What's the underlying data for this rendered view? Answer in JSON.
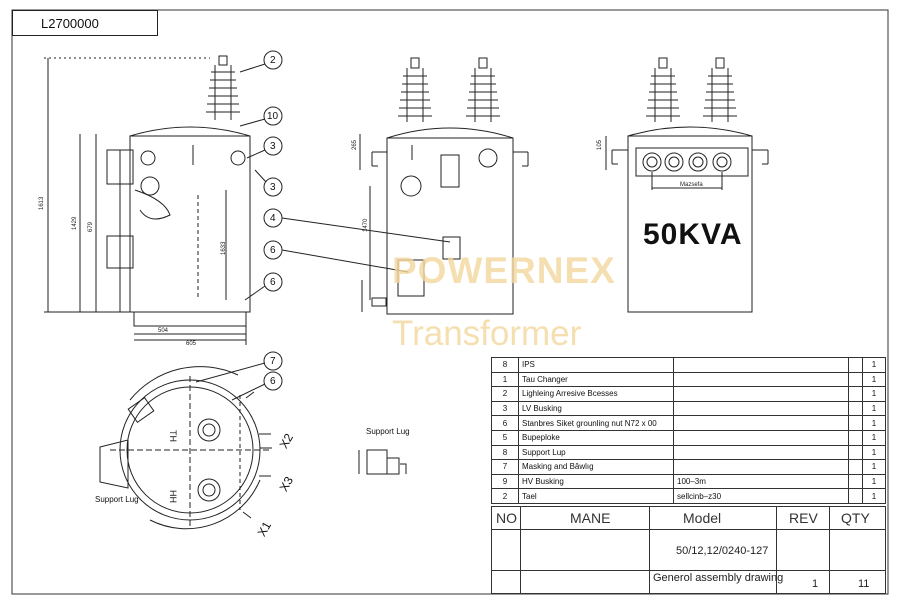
{
  "drawing_number": "L2700000",
  "rating_label": "50KVA",
  "watermark": {
    "line1": "POWERNEX",
    "line2": "Transformer"
  },
  "callouts": [
    "2",
    "10",
    "3",
    "3",
    "4",
    "6",
    "6",
    "7",
    "6"
  ],
  "top_view_labels": {
    "support_lug_bottom": "Support Lug",
    "support_lug_detail": "Support Lug",
    "x1": "X1",
    "x2": "X2",
    "x3": "X3"
  },
  "bom": [
    {
      "no": "8",
      "name": "IPS",
      "model": "",
      "rev": "",
      "qty": "1"
    },
    {
      "no": "1",
      "name": "Tau Changer",
      "model": "",
      "rev": "",
      "qty": "1"
    },
    {
      "no": "2",
      "name": "Lighleing Arresive Bcesses",
      "model": "",
      "rev": "",
      "qty": "1"
    },
    {
      "no": "3",
      "name": "LV Busking",
      "model": "",
      "rev": "",
      "qty": "1"
    },
    {
      "no": "6",
      "name": "Stanbres Siket grounling nut N72 x 00",
      "model": "",
      "rev": "",
      "qty": "1"
    },
    {
      "no": "5",
      "name": "Bupeploke",
      "model": "",
      "rev": "",
      "qty": "1"
    },
    {
      "no": "8",
      "name": "Support Lup",
      "model": "",
      "rev": "",
      "qty": "1"
    },
    {
      "no": "7",
      "name": "Masking and Bâwlıg",
      "model": "",
      "rev": "",
      "qty": "1"
    },
    {
      "no": "9",
      "name": "HV Busking",
      "model": "100–3m",
      "rev": "",
      "qty": "1"
    },
    {
      "no": "2",
      "name": "Tael",
      "model": "sellcinb–z30",
      "rev": "",
      "qty": "1"
    }
  ],
  "title_block": {
    "h_no": "NO",
    "h_name": "MANE",
    "h_model": "Model",
    "h_rev": "REV",
    "h_qty": "QTY",
    "model_code": "50/12,12/0240-127",
    "drawing_title": "Generol assembly drawing",
    "rev_value": "1",
    "qty_value": "11"
  }
}
